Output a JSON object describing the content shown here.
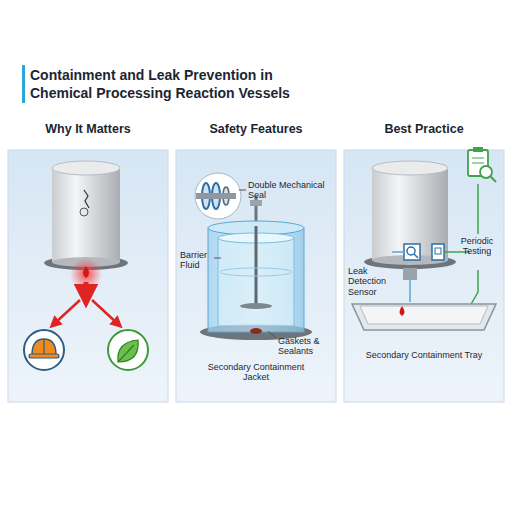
{
  "diagram": {
    "title": "Containment and Leak Prevention in Chemical Processing Reaction Vessels",
    "nodes": [
      {
        "text": [
          "Why It Matters"
        ]
      },
      {
        "text": [
          "Safety Features"
        ]
      },
      {
        "text": [
          "Best Practice"
        ]
      }
    ],
    "labels": [
      "Double Mechanical Seal",
      "Barrier Fluid",
      "Gaskets & Sealants",
      "Secondary Containment Jacket",
      "Leak Detection Sensor",
      "Periodic Testing",
      "Secondary Containment Tray"
    ]
  }
}
